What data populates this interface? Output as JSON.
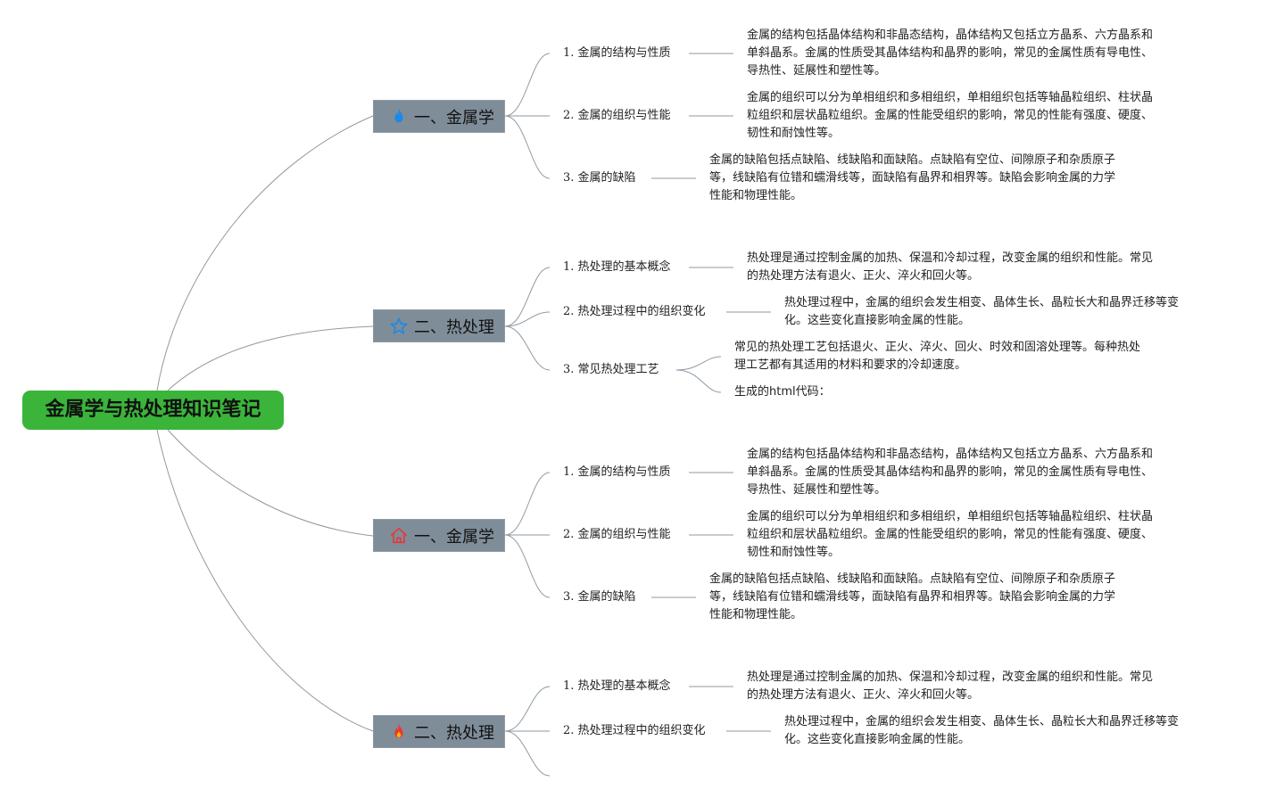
{
  "root": {
    "title": "金属学与热处理知识笔记"
  },
  "branches": [
    {
      "title": "一、金属学",
      "icon": "flame-icon",
      "icon_color": "#1e88e5",
      "subs": [
        {
          "label": "1. 金属的结构与性质",
          "desc": [
            "金属的结构包括晶体结构和非晶态结构，晶体结构又包括立方晶系、六方晶系和",
            "单斜晶系。金属的性质受其晶体结构和晶界的影响，常见的金属性质有导电性、",
            "导热性、延展性和塑性等。"
          ]
        },
        {
          "label": "2. 金属的组织与性能",
          "desc": [
            "金属的组织可以分为单相组织和多相组织，单相组织包括等轴晶粒组织、柱状晶",
            "粒组织和层状晶粒组织。金属的性能受组织的影响，常见的性能有强度、硬度、",
            "韧性和耐蚀性等。"
          ]
        },
        {
          "label": "3. 金属的缺陷",
          "desc": [
            "金属的缺陷包括点缺陷、线缺陷和面缺陷。点缺陷有空位、间隙原子和杂质原子",
            "等，线缺陷有位错和蠕滑线等，面缺陷有晶界和相界等。缺陷会影响金属的力学",
            "性能和物理性能。"
          ]
        }
      ]
    },
    {
      "title": "二、热处理",
      "icon": "star-icon",
      "icon_color": "#1e88e5",
      "subs": [
        {
          "label": "1. 热处理的基本概念",
          "desc": [
            "热处理是通过控制金属的加热、保温和冷却过程，改变金属的组织和性能。常见",
            "的热处理方法有退火、正火、淬火和回火等。"
          ]
        },
        {
          "label": "2. 热处理过程中的组织变化",
          "desc": [
            "热处理过程中，金属的组织会发生相变、晶体生长、晶粒长大和晶界迁移等变",
            "化。这些变化直接影响金属的性能。"
          ]
        },
        {
          "label": "3. 常见热处理工艺",
          "desc": [
            "常见的热处理工艺包括退火、正火、淬火、回火、时效和固溶处理等。每种热处",
            "理工艺都有其适用的材料和要求的冷却速度。"
          ],
          "desc2": "生成的html代码："
        }
      ]
    },
    {
      "title": "一、金属学",
      "icon": "home-icon",
      "icon_color": "#e53935",
      "subs": [
        {
          "label": "1. 金属的结构与性质",
          "desc": [
            "金属的结构包括晶体结构和非晶态结构，晶体结构又包括立方晶系、六方晶系和",
            "单斜晶系。金属的性质受其晶体结构和晶界的影响，常见的金属性质有导电性、",
            "导热性、延展性和塑性等。"
          ]
        },
        {
          "label": "2. 金属的组织与性能",
          "desc": [
            "金属的组织可以分为单相组织和多相组织，单相组织包括等轴晶粒组织、柱状晶",
            "粒组织和层状晶粒组织。金属的性能受组织的影响，常见的性能有强度、硬度、",
            "韧性和耐蚀性等。"
          ]
        },
        {
          "label": "3. 金属的缺陷",
          "desc": [
            "金属的缺陷包括点缺陷、线缺陷和面缺陷。点缺陷有空位、间隙原子和杂质原子",
            "等，线缺陷有位错和蠕滑线等，面缺陷有晶界和相界等。缺陷会影响金属的力学",
            "性能和物理性能。"
          ]
        }
      ]
    },
    {
      "title": "二、热处理",
      "icon": "fire-icon",
      "icon_color": "#e53935",
      "subs": [
        {
          "label": "1. 热处理的基本概念",
          "desc": [
            "热处理是通过控制金属的加热、保温和冷却过程，改变金属的组织和性能。常见",
            "的热处理方法有退火、正火、淬火和回火等。"
          ]
        },
        {
          "label": "2. 热处理过程中的组织变化",
          "desc": [
            "热处理过程中，金属的组织会发生相变、晶体生长、晶粒长大和晶界迁移等变",
            "化。这些变化直接影响金属的性能。"
          ]
        }
      ]
    }
  ]
}
